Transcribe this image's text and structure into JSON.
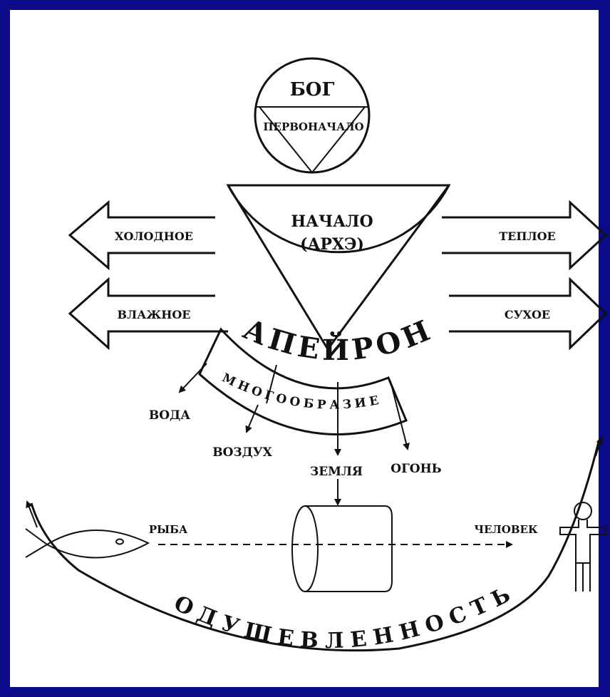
{
  "colors": {
    "border": "#0a0a8a",
    "background": "#ffffff",
    "ink": "#111111"
  },
  "labels": {
    "god": "БОГ",
    "first_principle": "ПЕРВОНАЧАЛО",
    "arche_1": "НАЧАЛО",
    "arche_2": "(АРХЭ)",
    "cold": "ХОЛОДНОЕ",
    "warm": "ТЕПЛОЕ",
    "wet": "ВЛАЖНОЕ",
    "dry": "СУХОЕ",
    "apeiron": "АПЕЙРОН",
    "diversity": "МНОГООБРАЗИЕ",
    "water": "ВОДА",
    "air": "ВОЗДУХ",
    "earth": "ЗЕМЛЯ",
    "fire": "ОГОНЬ",
    "fish": "РЫБА",
    "human": "ЧЕЛОВЕК",
    "animation": "ОДУШЕВЛЕННОСТЬ"
  }
}
